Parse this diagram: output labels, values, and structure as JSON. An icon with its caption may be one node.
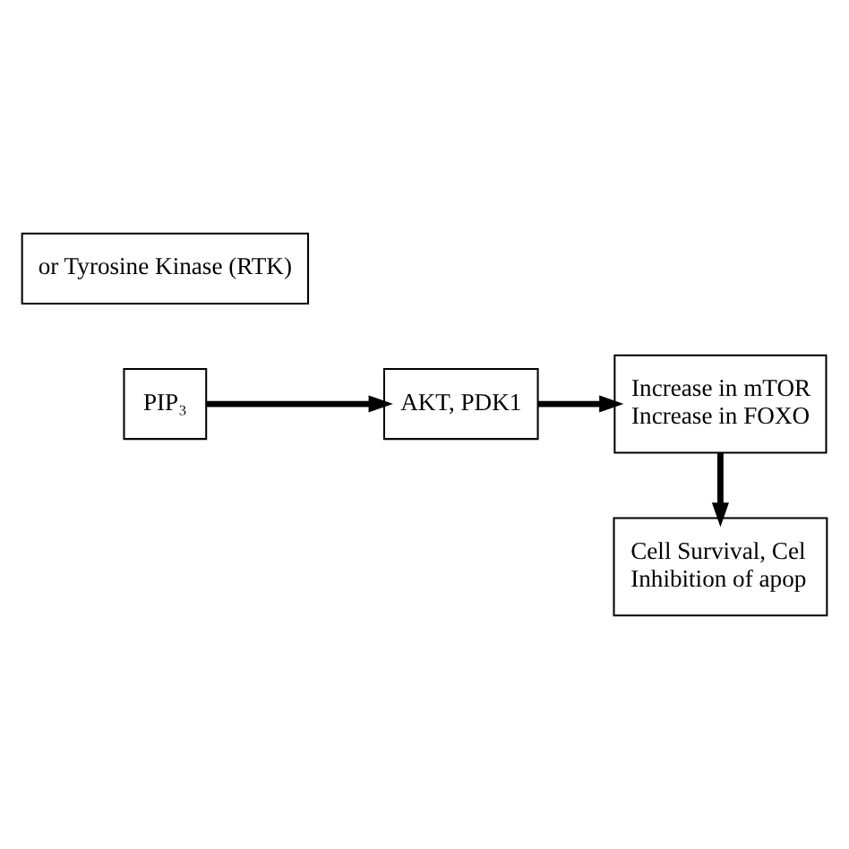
{
  "diagram": {
    "nodes": [
      {
        "text": [
          "or Tyrosine Kinase (RTK)"
        ]
      },
      {
        "text": [
          "PIP₃"
        ]
      },
      {
        "text": [
          "AKT, PDK1"
        ]
      },
      {
        "text": [
          "Increase in mTOR Increase in FOXO"
        ]
      },
      {
        "text": [
          "Cell Survival, Cel Inhibition of apop"
        ]
      }
    ],
    "edges": [
      {
        "from": 1,
        "to": 2,
        "arrow": "to"
      },
      {
        "from": 2,
        "to": 3,
        "arrow": "to"
      },
      {
        "from": 3,
        "to": 4,
        "arrow": "to"
      }
    ]
  }
}
